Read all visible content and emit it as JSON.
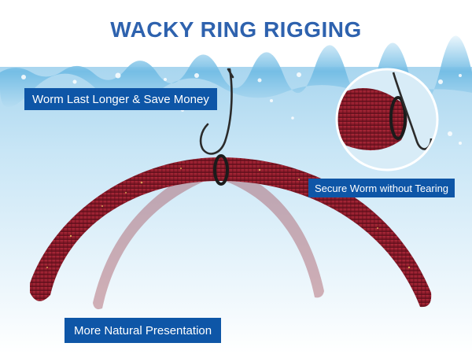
{
  "header": {
    "title": "WACKY RING RIGGING"
  },
  "features": [
    {
      "text": "Worm Last Longer & Save Money"
    },
    {
      "text": "Secure Worm without Tearing"
    },
    {
      "text": "More Natural Presentation"
    }
  ],
  "colors": {
    "title": "#2e62ae",
    "label_background": "#0e56a7",
    "label_text": "#ffffff",
    "worm": "#8e1c2c",
    "water": "#cfe7f5"
  }
}
